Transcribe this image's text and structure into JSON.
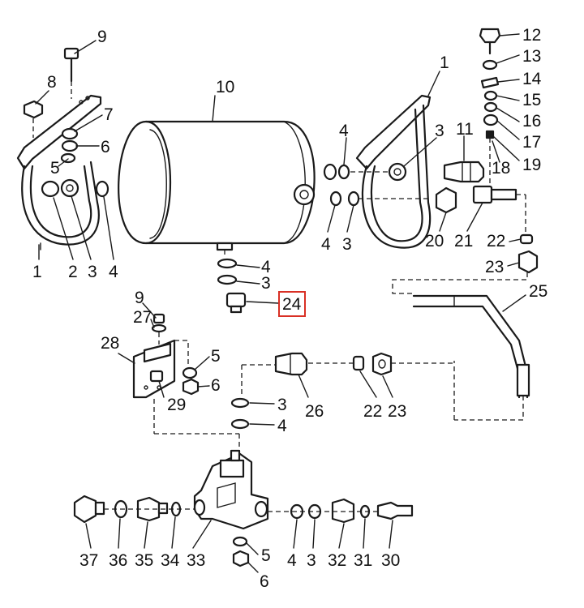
{
  "accent_color": "#d93025",
  "highlighted_label": "24",
  "labels": [
    {
      "id": "l9a",
      "text": "9"
    },
    {
      "id": "l8",
      "text": "8"
    },
    {
      "id": "l10",
      "text": "10"
    },
    {
      "id": "l7",
      "text": "7"
    },
    {
      "id": "l6a",
      "text": "6"
    },
    {
      "id": "l5a",
      "text": "5"
    },
    {
      "id": "l4a",
      "text": "4"
    },
    {
      "id": "l1a",
      "text": "1"
    },
    {
      "id": "l2",
      "text": "2"
    },
    {
      "id": "l3a",
      "text": "3"
    },
    {
      "id": "l4b",
      "text": "4"
    },
    {
      "id": "l3b",
      "text": "3"
    },
    {
      "id": "l4c",
      "text": "4"
    },
    {
      "id": "l3c",
      "text": "3"
    },
    {
      "id": "l24",
      "text": "24"
    },
    {
      "id": "l1b",
      "text": "1"
    },
    {
      "id": "l3d",
      "text": "3"
    },
    {
      "id": "l4d",
      "text": "4"
    },
    {
      "id": "l11",
      "text": "11"
    },
    {
      "id": "l12",
      "text": "12"
    },
    {
      "id": "l13",
      "text": "13"
    },
    {
      "id": "l14",
      "text": "14"
    },
    {
      "id": "l15",
      "text": "15"
    },
    {
      "id": "l16",
      "text": "16"
    },
    {
      "id": "l17",
      "text": "17"
    },
    {
      "id": "l18",
      "text": "18"
    },
    {
      "id": "l19",
      "text": "19"
    },
    {
      "id": "l20",
      "text": "20"
    },
    {
      "id": "l21",
      "text": "21"
    },
    {
      "id": "l22a",
      "text": "22"
    },
    {
      "id": "l23a",
      "text": "23"
    },
    {
      "id": "l25",
      "text": "25"
    },
    {
      "id": "l9b",
      "text": "9"
    },
    {
      "id": "l27",
      "text": "27"
    },
    {
      "id": "l28",
      "text": "28"
    },
    {
      "id": "l5b",
      "text": "5"
    },
    {
      "id": "l6b",
      "text": "6"
    },
    {
      "id": "l29",
      "text": "29"
    },
    {
      "id": "l26",
      "text": "26"
    },
    {
      "id": "l22b",
      "text": "22"
    },
    {
      "id": "l23b",
      "text": "23"
    },
    {
      "id": "l3e",
      "text": "3"
    },
    {
      "id": "l4e",
      "text": "4"
    },
    {
      "id": "l37",
      "text": "37"
    },
    {
      "id": "l36",
      "text": "36"
    },
    {
      "id": "l35",
      "text": "35"
    },
    {
      "id": "l34",
      "text": "34"
    },
    {
      "id": "l33",
      "text": "33"
    },
    {
      "id": "l5c",
      "text": "5"
    },
    {
      "id": "l6c",
      "text": "6"
    },
    {
      "id": "l4f",
      "text": "4"
    },
    {
      "id": "l3f",
      "text": "3"
    },
    {
      "id": "l32",
      "text": "32"
    },
    {
      "id": "l31",
      "text": "31"
    },
    {
      "id": "l30",
      "text": "30"
    }
  ]
}
